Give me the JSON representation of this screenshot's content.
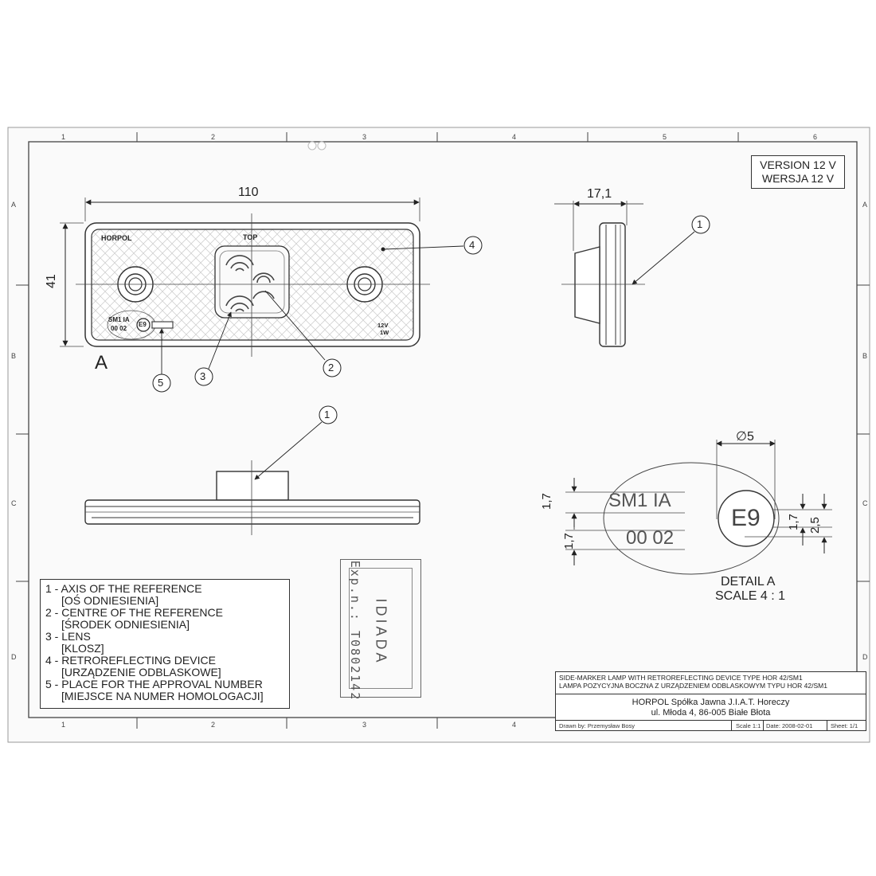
{
  "frame": {
    "columns_top": [
      "1",
      "2",
      "3",
      "4",
      "5",
      "6"
    ],
    "columns_bottom": [
      "1",
      "2",
      "3",
      "4"
    ],
    "rows": [
      "A",
      "B",
      "C",
      "D"
    ]
  },
  "version": {
    "line1": "VERSION 12 V",
    "line2": "WERSJA 12 V"
  },
  "front_view": {
    "dim_width": "110",
    "dim_height": "41",
    "brand": "HORPOL",
    "top_mark": "TOP",
    "approval_line1": "SM1  IA",
    "approval_line2": "00  02",
    "approval_mark": "E9",
    "rating_line1": "12V",
    "rating_line2": "1W",
    "detail_label": "A"
  },
  "side_view": {
    "dim_depth": "17,1"
  },
  "callouts": {
    "c1": "1",
    "c2": "2",
    "c3": "3",
    "c4": "4",
    "c5": "5"
  },
  "detail": {
    "dia": "∅5",
    "text_line1": "SM1  IA",
    "text_line2": "00  02",
    "mark": "E9",
    "dim_a": "1,7",
    "dim_b": "1,7",
    "dim_c": "1,7",
    "dim_d": "2,5",
    "title": "DETAIL A",
    "scale": "SCALE 4 : 1"
  },
  "legend": [
    {
      "main": "1 - AXIS OF THE REFERENCE",
      "sub": "[OŚ ODNIESIENIA]"
    },
    {
      "main": "2 - CENTRE OF THE REFERENCE",
      "sub": "[ŚRODEK ODNIESIENIA]"
    },
    {
      "main": "3 - LENS",
      "sub": "[KLOSZ]"
    },
    {
      "main": "4 - RETROREFLECTING DEVICE",
      "sub": "[URZĄDZENIE ODBLASKOWE]"
    },
    {
      "main": "5 - PLACE FOR THE APPROVAL NUMBER",
      "sub": "[MIEJSCE NA NUMER HOMOLOGACJI]"
    }
  ],
  "stamp": {
    "name": "IDIADA",
    "exp": "Exp.n.: T0802142"
  },
  "title_block": {
    "title_en": "SIDE-MARKER LAMP WITH RETROREFLECTING DEVICE TYPE HOR 42/SM1",
    "title_pl": "LAMPA POZYCYJNA BOCZNA Z URZĄDZENIEM ODBLASKOWYM TYPU HOR 42/SM1",
    "company": "HORPOL Spółka Jawna   J.I.A.T. Horeczy",
    "address": "ul. Młoda 4, 86-005 Białe Błota",
    "drawn_by": "Drawn by:  Przemysław Bosy",
    "scale": "Scale  1:1",
    "date": "Date: 2008-02-01",
    "sheet": "Sheet: 1/1"
  }
}
